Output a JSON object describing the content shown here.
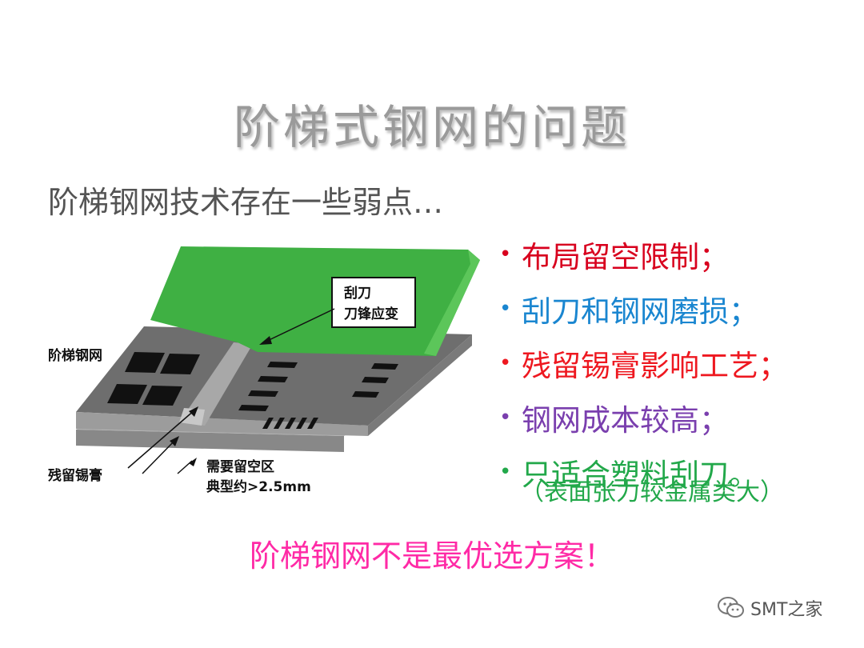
{
  "slide": {
    "title": "阶梯式钢网的问题",
    "subtitle": "阶梯钢网技术存在一些弱点…",
    "bullets": [
      {
        "text": "布局留空限制；",
        "color": "#d8001e"
      },
      {
        "text": "刮刀和钢网磨损；",
        "color": "#1a86d0"
      },
      {
        "text": "残留锡膏影响工艺；",
        "color": "#ee1820"
      },
      {
        "text": "钢网成本较高；",
        "color": "#7a3fae"
      },
      {
        "text": "只适合塑料刮刀。",
        "color": "#22a84a"
      }
    ],
    "bullet_note": "（表面张力较金属类大）",
    "conclusion": "阶梯钢网不是最优选方案！"
  },
  "diagram": {
    "box_line1": "刮刀",
    "box_line2": "刀锋应变",
    "label_stencil": "阶梯钢网",
    "label_residue": "残留锡膏",
    "label_clearance_1": "需要留空区",
    "label_clearance_2": "典型约>2.5mm"
  },
  "watermark": {
    "icon": "wechat-icon",
    "text": "SMT之家"
  },
  "colors": {
    "title": "#9a9a9a",
    "conclusion": "#ff2aa6",
    "squeegee": "#3fb043",
    "stencil": "#6e6e6e"
  }
}
